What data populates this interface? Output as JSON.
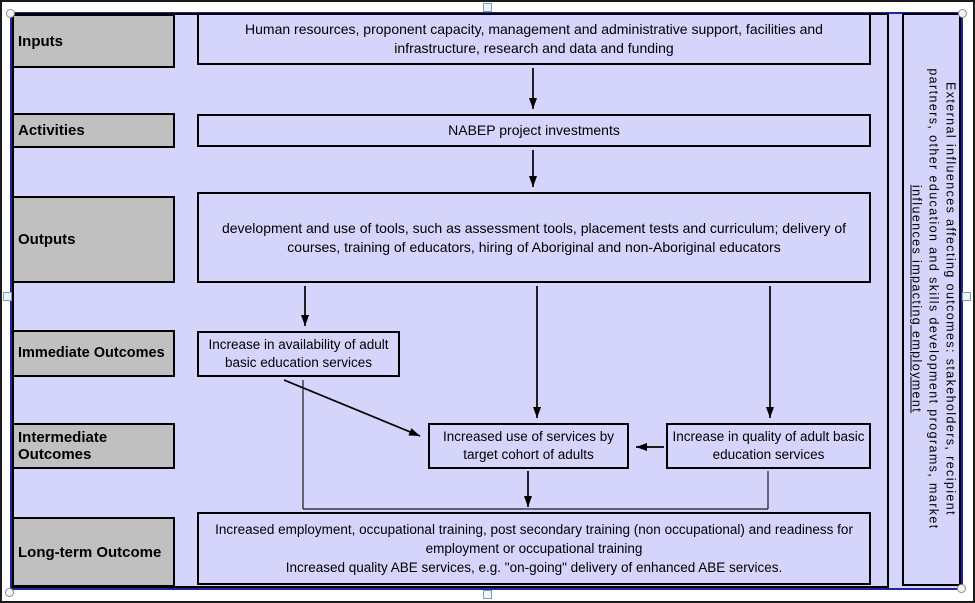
{
  "labels": {
    "inputs": "Inputs",
    "activities": "Activities",
    "outputs": "Outputs",
    "immediate": "Immediate Outcomes",
    "intermediate": "Intermediate Outcomes",
    "longterm": "Long-term Outcome"
  },
  "boxes": {
    "inputs": "Human resources, proponent capacity, management and administrative support, facilities and infrastructure, research and data and funding",
    "activities": "NABEP project investments",
    "outputs": "development and use of tools, such as assessment tools, placement tests and curriculum;  delivery of courses, training of educators, hiring of Aboriginal and non-Aboriginal educators",
    "immediate_availability": "Increase in availability of adult basic education services",
    "intermediate_use": "Increased use of services by target cohort of adults",
    "intermediate_quality": "Increase in quality of adult basic education services",
    "longterm_line1": "Increased employment, occupational training, post secondary training (non occupational) and readiness for employment or occupational training",
    "longterm_line2": "Increased quality ABE services, e.g. \"on-going\" delivery of enhanced ABE services."
  },
  "side_panel": {
    "line1": "External influences affecting outcomes: stakeholders, recipient",
    "line2": "partners, other education and skills development programs, market",
    "line3": "influences impacting employment"
  },
  "colors": {
    "canvas_fill": "#d5d5fb",
    "label_fill": "#c0c0c0",
    "box_border": "#000000",
    "frame_accent": "#24249c"
  }
}
